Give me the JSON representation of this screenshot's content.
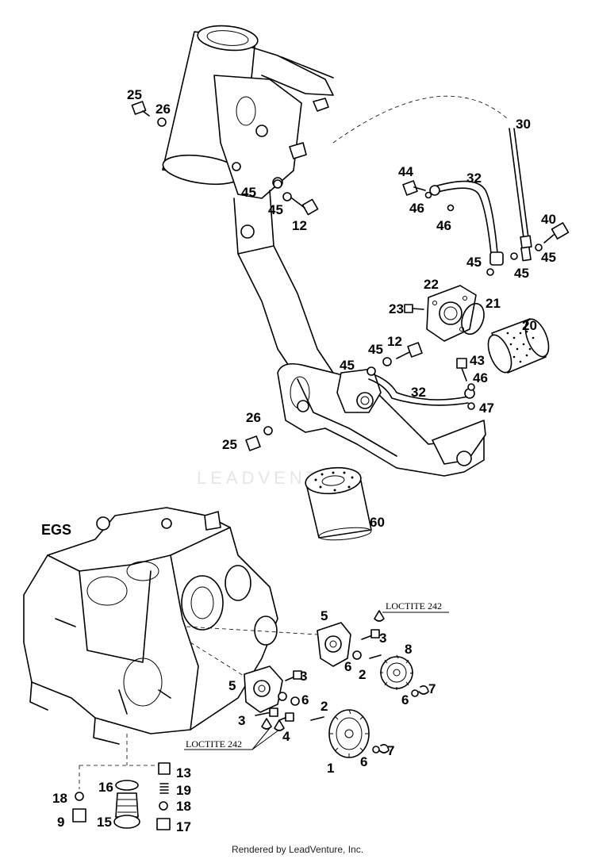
{
  "title": "EGS",
  "watermark": "LEADVENTURE",
  "footer": "Rendered by LeadVenture, Inc.",
  "notes": {
    "loctite_upper": "LOCTITE 242",
    "loctite_lower": "LOCTITE 242"
  },
  "callouts": [
    {
      "id": "25a",
      "label": "25"
    },
    {
      "id": "26a",
      "label": "26"
    },
    {
      "id": "45a",
      "label": "45"
    },
    {
      "id": "45b",
      "label": "45"
    },
    {
      "id": "12a",
      "label": "12"
    },
    {
      "id": "30",
      "label": "30"
    },
    {
      "id": "44",
      "label": "44"
    },
    {
      "id": "32a",
      "label": "32"
    },
    {
      "id": "46a",
      "label": "46"
    },
    {
      "id": "46b",
      "label": "46"
    },
    {
      "id": "40",
      "label": "40"
    },
    {
      "id": "45c",
      "label": "45"
    },
    {
      "id": "45d",
      "label": "45"
    },
    {
      "id": "45e",
      "label": "45"
    },
    {
      "id": "22",
      "label": "22"
    },
    {
      "id": "23",
      "label": "23"
    },
    {
      "id": "21",
      "label": "21"
    },
    {
      "id": "20",
      "label": "20"
    },
    {
      "id": "12b",
      "label": "12"
    },
    {
      "id": "45f",
      "label": "45"
    },
    {
      "id": "45g",
      "label": "45"
    },
    {
      "id": "43",
      "label": "43"
    },
    {
      "id": "46c",
      "label": "46"
    },
    {
      "id": "32b",
      "label": "32"
    },
    {
      "id": "47",
      "label": "47"
    },
    {
      "id": "26b",
      "label": "26"
    },
    {
      "id": "25b",
      "label": "25"
    },
    {
      "id": "60",
      "label": "60"
    },
    {
      "id": "5a",
      "label": "5"
    },
    {
      "id": "3a",
      "label": "3"
    },
    {
      "id": "8",
      "label": "8"
    },
    {
      "id": "6a",
      "label": "6"
    },
    {
      "id": "2a",
      "label": "2"
    },
    {
      "id": "5b",
      "label": "5"
    },
    {
      "id": "3b",
      "label": "3"
    },
    {
      "id": "6b",
      "label": "6"
    },
    {
      "id": "6c",
      "label": "6"
    },
    {
      "id": "7a",
      "label": "7"
    },
    {
      "id": "2b",
      "label": "2"
    },
    {
      "id": "3c",
      "label": "3"
    },
    {
      "id": "4",
      "label": "4"
    },
    {
      "id": "1",
      "label": "1"
    },
    {
      "id": "6d",
      "label": "6"
    },
    {
      "id": "7b",
      "label": "7"
    },
    {
      "id": "13",
      "label": "13"
    },
    {
      "id": "16",
      "label": "16"
    },
    {
      "id": "19",
      "label": "19"
    },
    {
      "id": "18a",
      "label": "18"
    },
    {
      "id": "18b",
      "label": "18"
    },
    {
      "id": "9",
      "label": "9"
    },
    {
      "id": "15",
      "label": "15"
    },
    {
      "id": "17",
      "label": "17"
    }
  ]
}
